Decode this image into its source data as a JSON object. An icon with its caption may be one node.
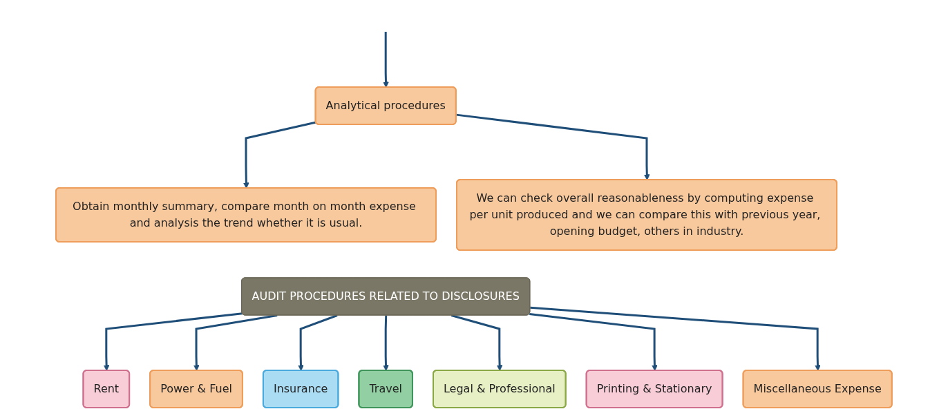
{
  "diagram": {
    "nodes": [
      {
        "text": [
          "Analytical procedures"
        ]
      },
      {
        "text": [
          "Obtain monthly summary, compare month on month expense and analysis the trend whether it is usual."
        ]
      },
      {
        "text": [
          "We can check overall reasonableness by computing expense per unit produced and we can compare this with previous year, opening budget, others in industry."
        ]
      },
      {
        "text": [
          "AUDIT PROCEDURES RELATED TO DISCLOSURES"
        ]
      },
      {
        "text": [
          "Rent"
        ]
      },
      {
        "text": [
          "Power & Fuel"
        ]
      },
      {
        "text": [
          "Insurance"
        ]
      },
      {
        "text": [
          "Travel"
        ]
      },
      {
        "text": [
          "Legal & Professional"
        ]
      },
      {
        "text": [
          "Printing & Stationary"
        ]
      },
      {
        "text": [
          "Miscellaneous Expense"
        ]
      }
    ],
    "edges": [
      {
        "from": null,
        "to": 0,
        "arrow": "to"
      },
      {
        "from": 0,
        "to": 1,
        "arrow": "to"
      },
      {
        "from": 0,
        "to": 2,
        "arrow": "to"
      },
      {
        "from": 3,
        "to": 4,
        "arrow": "to"
      },
      {
        "from": 3,
        "to": 5,
        "arrow": "to"
      },
      {
        "from": 3,
        "to": 6,
        "arrow": "to"
      },
      {
        "from": 3,
        "to": 7,
        "arrow": "to"
      },
      {
        "from": 3,
        "to": 8,
        "arrow": "to"
      },
      {
        "from": 3,
        "to": 9,
        "arrow": "to"
      },
      {
        "from": 3,
        "to": 10,
        "arrow": "to"
      }
    ]
  }
}
